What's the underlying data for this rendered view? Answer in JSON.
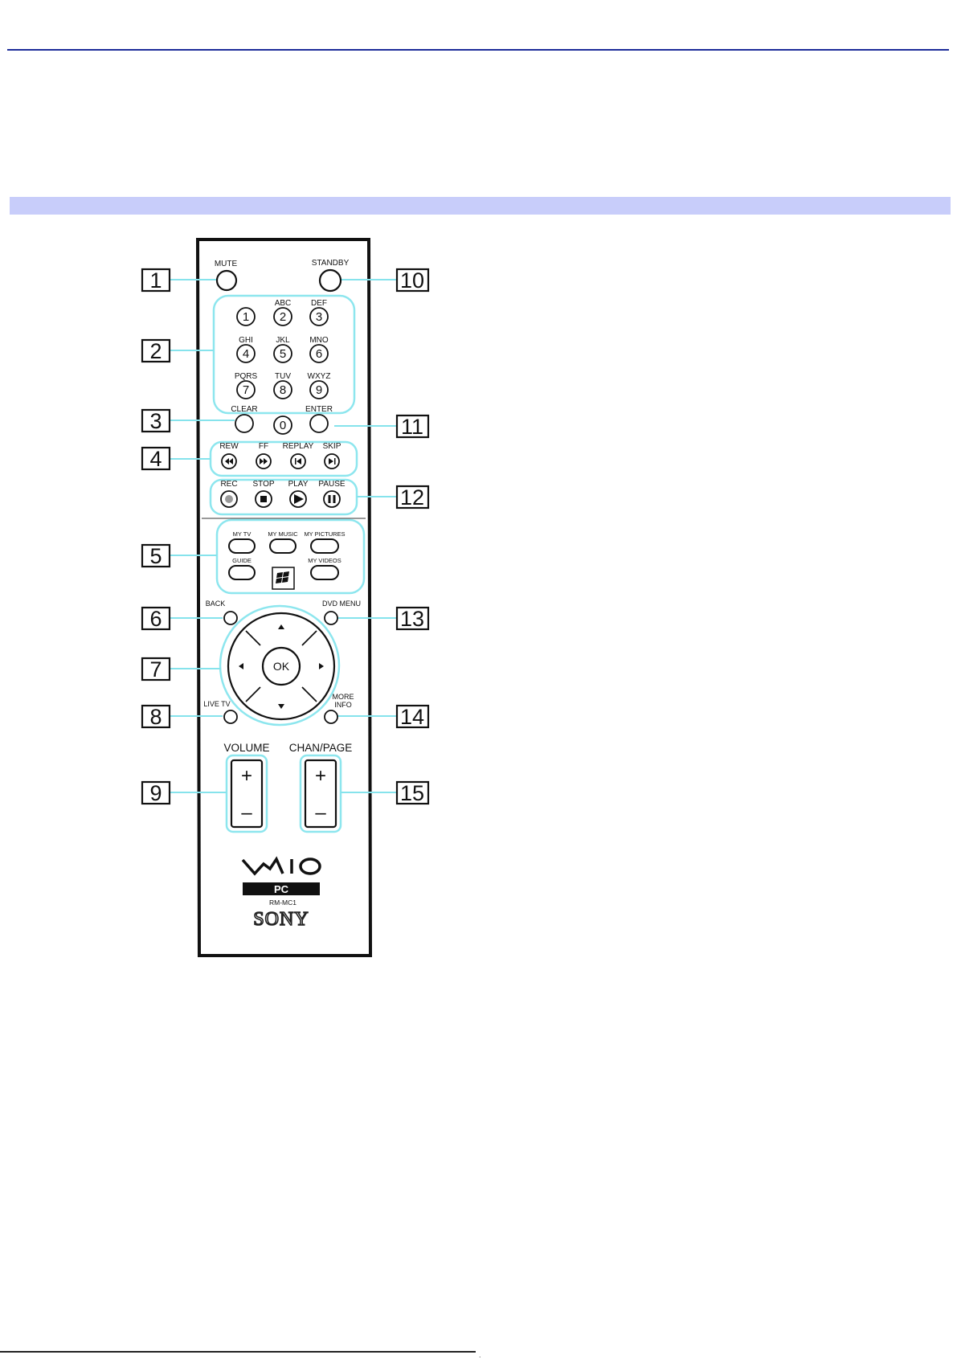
{
  "figure": {
    "top_buttons": {
      "mute": "MUTE",
      "standby": "STANDBY"
    },
    "number_pad": [
      {
        "digit": "1",
        "letters": ""
      },
      {
        "digit": "2",
        "letters": "ABC"
      },
      {
        "digit": "3",
        "letters": "DEF"
      },
      {
        "digit": "4",
        "letters": "GHI"
      },
      {
        "digit": "5",
        "letters": "JKL"
      },
      {
        "digit": "6",
        "letters": "MNO"
      },
      {
        "digit": "7",
        "letters": "PQRS"
      },
      {
        "digit": "8",
        "letters": "TUV"
      },
      {
        "digit": "9",
        "letters": "WXYZ"
      },
      {
        "digit": "0",
        "letters": ""
      }
    ],
    "pad_controls": {
      "clear": "CLEAR",
      "enter": "ENTER"
    },
    "transport_top": [
      "REW",
      "FF",
      "REPLAY",
      "SKIP"
    ],
    "transport_bottom": [
      "REC",
      "STOP",
      "PLAY",
      "PAUSE"
    ],
    "media_buttons": {
      "my_tv": "MY TV",
      "my_music": "MY MUSIC",
      "my_pictures": "MY PICTURES",
      "guide": "GUIDE",
      "my_videos": "MY VIDEOS"
    },
    "nav": {
      "back": "BACK",
      "dvd_menu": "DVD MENU",
      "ok": "OK",
      "live_tv": "LIVE TV",
      "more_info_line1": "MORE",
      "more_info_line2": "INFO"
    },
    "rockers": {
      "volume": "VOLUME",
      "chan_page": "CHAN/PAGE",
      "plus": "+",
      "minus": "–"
    },
    "branding": {
      "vaio": "VAIO",
      "pc": "PC",
      "model": "RM-MC1",
      "sony": "SONY"
    },
    "callouts": [
      "1",
      "2",
      "3",
      "4",
      "5",
      "6",
      "7",
      "8",
      "9",
      "10",
      "11",
      "12",
      "13",
      "14",
      "15"
    ]
  }
}
